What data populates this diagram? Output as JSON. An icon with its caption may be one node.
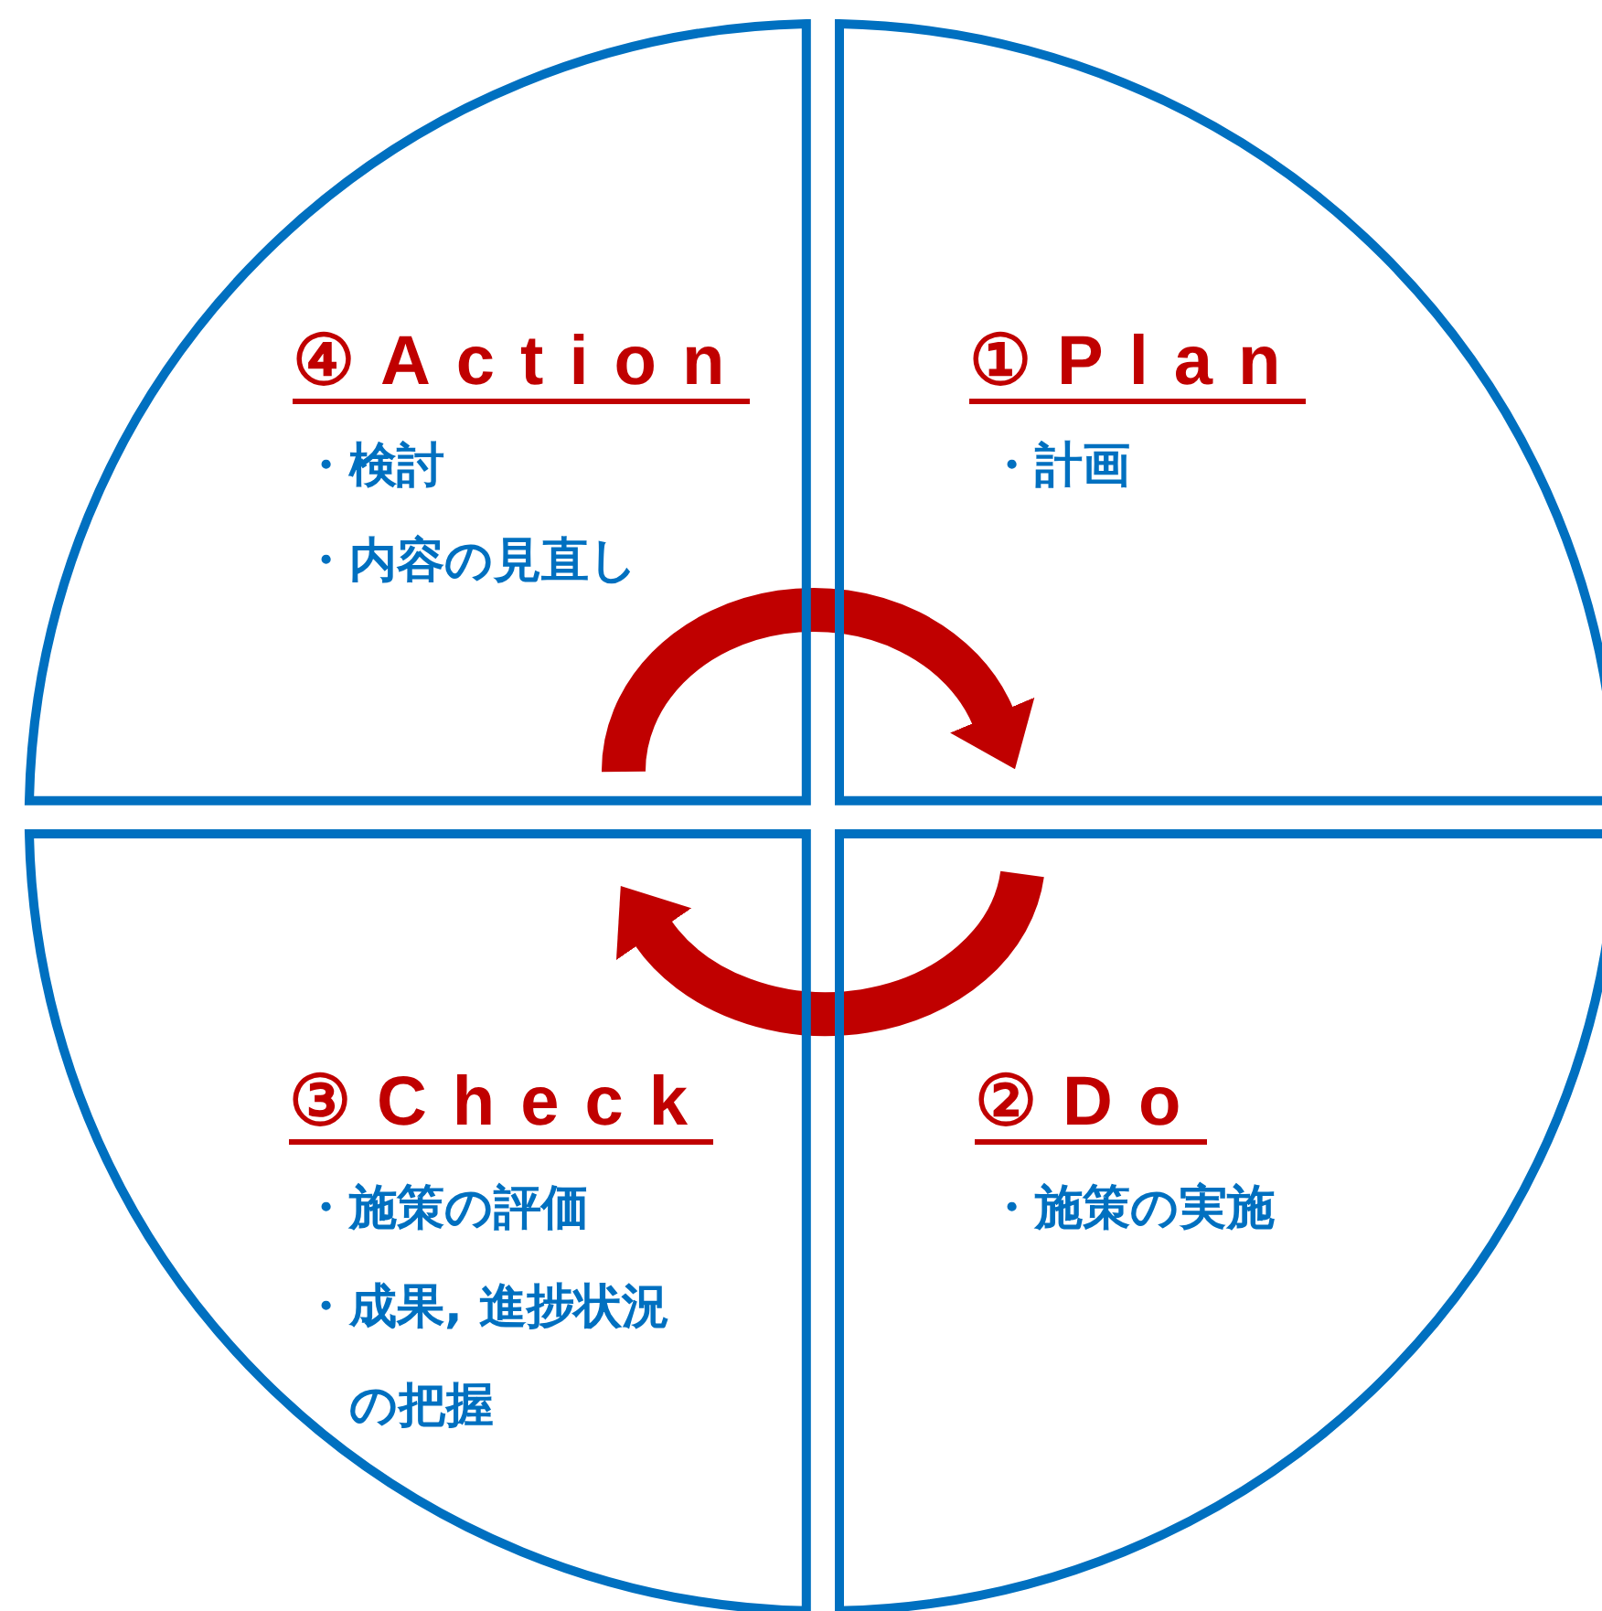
{
  "diagram": {
    "nodes": [
      {
        "text": [
          "④Action",
          "・検討",
          "・内容の見直し"
        ]
      },
      {
        "text": [
          "①Plan",
          "・計画"
        ]
      },
      {
        "text": [
          "③Check",
          "・施策の評価",
          "・成果, 進捗状況の把握"
        ]
      },
      {
        "text": [
          "②Do",
          "・施策の実施"
        ]
      }
    ],
    "edges": [
      {
        "from": 0,
        "to": 1,
        "arrow": "to"
      },
      {
        "from": 3,
        "to": 2,
        "arrow": "to"
      }
    ]
  }
}
